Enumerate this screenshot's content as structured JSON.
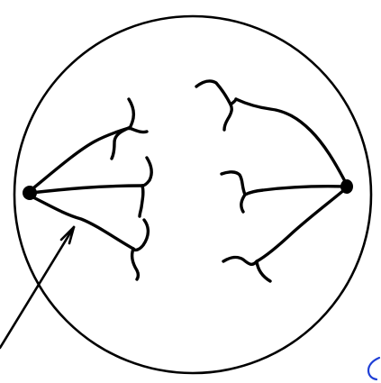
{
  "diagram": {
    "description_kind": "cell-division-spindle-sketch",
    "colors": {
      "background": "#ffffff",
      "ink": "#000000",
      "accent": "#1f3fd6"
    },
    "parts": [
      "cell-outline",
      "left-spindle-pole",
      "right-spindle-pole",
      "left-spindle-fibers",
      "right-spindle-fibers",
      "left-chromosomes",
      "right-chromosomes",
      "pointer-arrow"
    ]
  }
}
